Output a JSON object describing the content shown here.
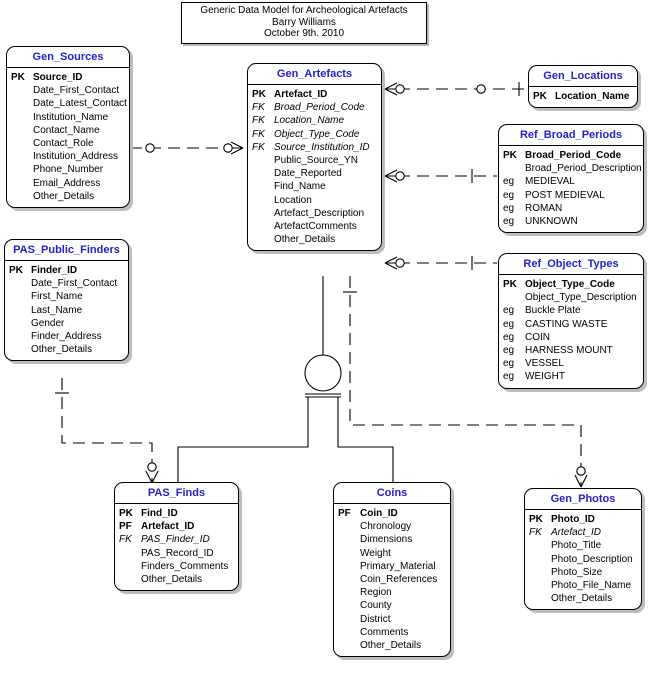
{
  "diagram": {
    "title_lines": [
      "Generic Data Model for Archeological Artefacts",
      "Barry Williams",
      "October 9th. 2010"
    ],
    "accent_color": "#2222cc",
    "line_color": "#000000",
    "shadow_color": "#bdbdbd"
  },
  "entities": {
    "gen_sources": {
      "name": "Gen_Sources",
      "attributes": [
        {
          "key": "PK",
          "kind": "pk",
          "label": "Source_ID"
        },
        {
          "key": "",
          "kind": "plain",
          "label": "Date_First_Contact"
        },
        {
          "key": "",
          "kind": "plain",
          "label": "Date_Latest_Contact"
        },
        {
          "key": "",
          "kind": "plain",
          "label": "Institution_Name"
        },
        {
          "key": "",
          "kind": "plain",
          "label": "Contact_Name"
        },
        {
          "key": "",
          "kind": "plain",
          "label": "Contact_Role"
        },
        {
          "key": "",
          "kind": "plain",
          "label": "Institution_Address"
        },
        {
          "key": "",
          "kind": "plain",
          "label": "Phone_Number"
        },
        {
          "key": "",
          "kind": "plain",
          "label": "Email_Address"
        },
        {
          "key": "",
          "kind": "plain",
          "label": "Other_Details"
        }
      ]
    },
    "pas_public_finders": {
      "name": "PAS_Public_Finders",
      "attributes": [
        {
          "key": "PK",
          "kind": "pk",
          "label": "Finder_ID"
        },
        {
          "key": "",
          "kind": "plain",
          "label": "Date_First_Contact"
        },
        {
          "key": "",
          "kind": "plain",
          "label": "First_Name"
        },
        {
          "key": "",
          "kind": "plain",
          "label": "Last_Name"
        },
        {
          "key": "",
          "kind": "plain",
          "label": "Gender"
        },
        {
          "key": "",
          "kind": "plain",
          "label": "Finder_Address"
        },
        {
          "key": "",
          "kind": "plain",
          "label": "Other_Details"
        }
      ]
    },
    "gen_artefacts": {
      "name": "Gen_Artefacts",
      "attributes": [
        {
          "key": "PK",
          "kind": "pk",
          "label": "Artefact_ID"
        },
        {
          "key": "FK",
          "kind": "fk",
          "label": "Broad_Period_Code"
        },
        {
          "key": "FK",
          "kind": "fk",
          "label": "Location_Name"
        },
        {
          "key": "FK",
          "kind": "fk",
          "label": "Object_Type_Code"
        },
        {
          "key": "FK",
          "kind": "fk",
          "label": "Source_Institution_ID"
        },
        {
          "key": "",
          "kind": "plain",
          "label": "Public_Source_YN"
        },
        {
          "key": "",
          "kind": "plain",
          "label": "Date_Reported"
        },
        {
          "key": "",
          "kind": "plain",
          "label": "Find_Name"
        },
        {
          "key": "",
          "kind": "plain",
          "label": "Location"
        },
        {
          "key": "",
          "kind": "plain",
          "label": "Artefact_Description"
        },
        {
          "key": "",
          "kind": "plain",
          "label": "ArtefactComments"
        },
        {
          "key": "",
          "kind": "plain",
          "label": "Other_Details"
        }
      ]
    },
    "gen_locations": {
      "name": "Gen_Locations",
      "attributes": [
        {
          "key": "PK",
          "kind": "pk",
          "label": "Location_Name"
        }
      ]
    },
    "ref_broad_periods": {
      "name": "Ref_Broad_Periods",
      "attributes": [
        {
          "key": "PK",
          "kind": "pk",
          "label": "Broad_Period_Code"
        },
        {
          "key": "",
          "kind": "plain",
          "label": "Broad_Period_Description"
        },
        {
          "key": "eg",
          "kind": "eg",
          "label": "MEDIEVAL"
        },
        {
          "key": "eg",
          "kind": "eg",
          "label": "POST MEDIEVAL"
        },
        {
          "key": "eg",
          "kind": "eg",
          "label": "ROMAN"
        },
        {
          "key": "eg",
          "kind": "eg",
          "label": "UNKNOWN"
        }
      ]
    },
    "ref_object_types": {
      "name": "Ref_Object_Types",
      "attributes": [
        {
          "key": "PK",
          "kind": "pk",
          "label": "Object_Type_Code"
        },
        {
          "key": "",
          "kind": "plain",
          "label": "Object_Type_Description"
        },
        {
          "key": "eg",
          "kind": "eg",
          "label": "Buckle Plate"
        },
        {
          "key": "eg",
          "kind": "eg",
          "label": "CASTING WASTE"
        },
        {
          "key": "eg",
          "kind": "eg",
          "label": "COIN"
        },
        {
          "key": "eg",
          "kind": "eg",
          "label": "HARNESS MOUNT"
        },
        {
          "key": "eg",
          "kind": "eg",
          "label": "VESSEL"
        },
        {
          "key": "eg",
          "kind": "eg",
          "label": "WEIGHT"
        }
      ]
    },
    "pas_finds": {
      "name": "PAS_Finds",
      "attributes": [
        {
          "key": "PK",
          "kind": "pk",
          "label": "Find_ID"
        },
        {
          "key": "PF",
          "kind": "pf",
          "label": "Artefact_ID"
        },
        {
          "key": "FK",
          "kind": "fk",
          "label": "PAS_Finder_ID"
        },
        {
          "key": "",
          "kind": "plain",
          "label": "PAS_Record_ID"
        },
        {
          "key": "",
          "kind": "plain",
          "label": "Finders_Comments"
        },
        {
          "key": "",
          "kind": "plain",
          "label": "Other_Details"
        }
      ]
    },
    "coins": {
      "name": "Coins",
      "attributes": [
        {
          "key": "PF",
          "kind": "pf",
          "label": "Coin_ID"
        },
        {
          "key": "",
          "kind": "plain",
          "label": "Chronology"
        },
        {
          "key": "",
          "kind": "plain",
          "label": "Dimensions"
        },
        {
          "key": "",
          "kind": "plain",
          "label": "Weight"
        },
        {
          "key": "",
          "kind": "plain",
          "label": "Primary_Material"
        },
        {
          "key": "",
          "kind": "plain",
          "label": "Coin_References"
        },
        {
          "key": "",
          "kind": "plain",
          "label": "Region"
        },
        {
          "key": "",
          "kind": "plain",
          "label": "County"
        },
        {
          "key": "",
          "kind": "plain",
          "label": "District"
        },
        {
          "key": "",
          "kind": "plain",
          "label": "Comments"
        },
        {
          "key": "",
          "kind": "plain",
          "label": "Other_Details"
        }
      ]
    },
    "gen_photos": {
      "name": "Gen_Photos",
      "attributes": [
        {
          "key": "PK",
          "kind": "pk",
          "label": "Photo_ID"
        },
        {
          "key": "FK",
          "kind": "fk",
          "label": "Artefact_ID"
        },
        {
          "key": "",
          "kind": "plain",
          "label": "Photo_Title"
        },
        {
          "key": "",
          "kind": "plain",
          "label": "Photo_Description"
        },
        {
          "key": "",
          "kind": "plain",
          "label": "Photo_Size"
        },
        {
          "key": "",
          "kind": "plain",
          "label": "Photo_File_Name"
        },
        {
          "key": "",
          "kind": "plain",
          "label": "Other_Details"
        }
      ]
    }
  },
  "relationships": [
    {
      "id": "rel-sources-artefacts",
      "from": "gen_sources",
      "to": "gen_artefacts",
      "style": "dashed",
      "from_cardinality": "zero-or-one",
      "to_cardinality": "zero-or-many"
    },
    {
      "id": "rel-artefacts-locations",
      "from": "gen_artefacts",
      "to": "gen_locations",
      "style": "dashed",
      "from_cardinality": "zero-or-many",
      "to_cardinality": "zero-or-one"
    },
    {
      "id": "rel-artefacts-broadperiods",
      "from": "gen_artefacts",
      "to": "ref_broad_periods",
      "style": "dashed",
      "from_cardinality": "zero-or-many",
      "to_cardinality": "exactly-one"
    },
    {
      "id": "rel-artefacts-objecttypes",
      "from": "gen_artefacts",
      "to": "ref_object_types",
      "style": "dashed",
      "from_cardinality": "zero-or-many",
      "to_cardinality": "exactly-one"
    },
    {
      "id": "rel-finders-finds",
      "from": "pas_public_finders",
      "to": "pas_finds",
      "style": "dashed",
      "from_cardinality": "exactly-one",
      "to_cardinality": "zero-or-many"
    },
    {
      "id": "rel-artefacts-photos",
      "from": "gen_artefacts",
      "to": "gen_photos",
      "style": "dashed",
      "from_cardinality": "exactly-one",
      "to_cardinality": "zero-or-many"
    },
    {
      "id": "rel-artefacts-subtype",
      "from": "gen_artefacts",
      "to": "subtype-circle",
      "style": "solid",
      "notation": "subtype-discriminator"
    },
    {
      "id": "rel-subtype-pasfinds",
      "from": "subtype-circle",
      "to": "pas_finds",
      "style": "solid",
      "to_cardinality": "one"
    },
    {
      "id": "rel-subtype-coins",
      "from": "subtype-circle",
      "to": "coins",
      "style": "solid",
      "to_cardinality": "one"
    }
  ]
}
